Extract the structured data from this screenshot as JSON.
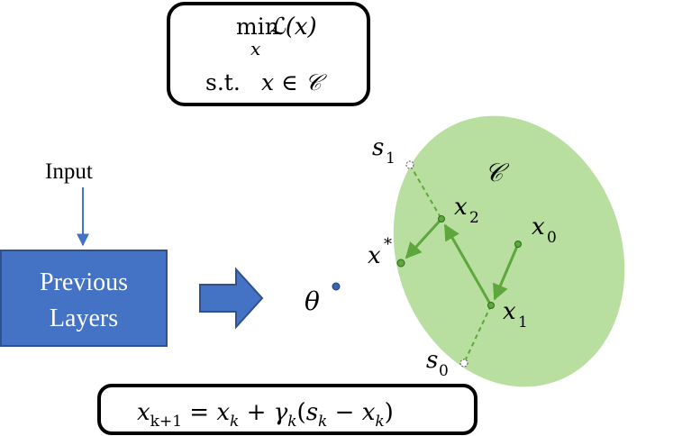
{
  "objective_box": {
    "line1_op": "min",
    "line1_sub": "x",
    "line1_fn": "ℒ(x)",
    "line2_st": "s.t.",
    "line2_expr": "x ∈ 𝒞"
  },
  "input_label": "Input",
  "previous_layers": {
    "line1": "Previous",
    "line2": "Layers"
  },
  "theta_label": "θ",
  "feasible_set_label": "𝒞",
  "points": {
    "s1": {
      "base": "s",
      "sub": "1"
    },
    "s0": {
      "base": "s",
      "sub": "0"
    },
    "x0": {
      "base": "x",
      "sub": "0"
    },
    "x1": {
      "base": "x",
      "sub": "1"
    },
    "x2": {
      "base": "x",
      "sub": "2"
    },
    "xstar": {
      "base": "x",
      "sup": "*"
    }
  },
  "update_rule": "x_{k+1} = x_k + γ_k(s_k − x_k)",
  "update_parts": {
    "x": "x",
    "sub_k1": "k+1",
    "eq": " = ",
    "sub_k": "k",
    "plus": " + ",
    "gamma": "γ",
    "lparen": "(",
    "s": "s",
    "minus": " − ",
    "rparen": ")"
  },
  "colors": {
    "blue_box": "#4472c4",
    "blue_arrow": "#4472c4",
    "green_fill": "#b8dfa0",
    "green_arrow": "#5ea73d",
    "dashed_line": "#5ea73d",
    "theta_dot": "#3a63b0"
  }
}
